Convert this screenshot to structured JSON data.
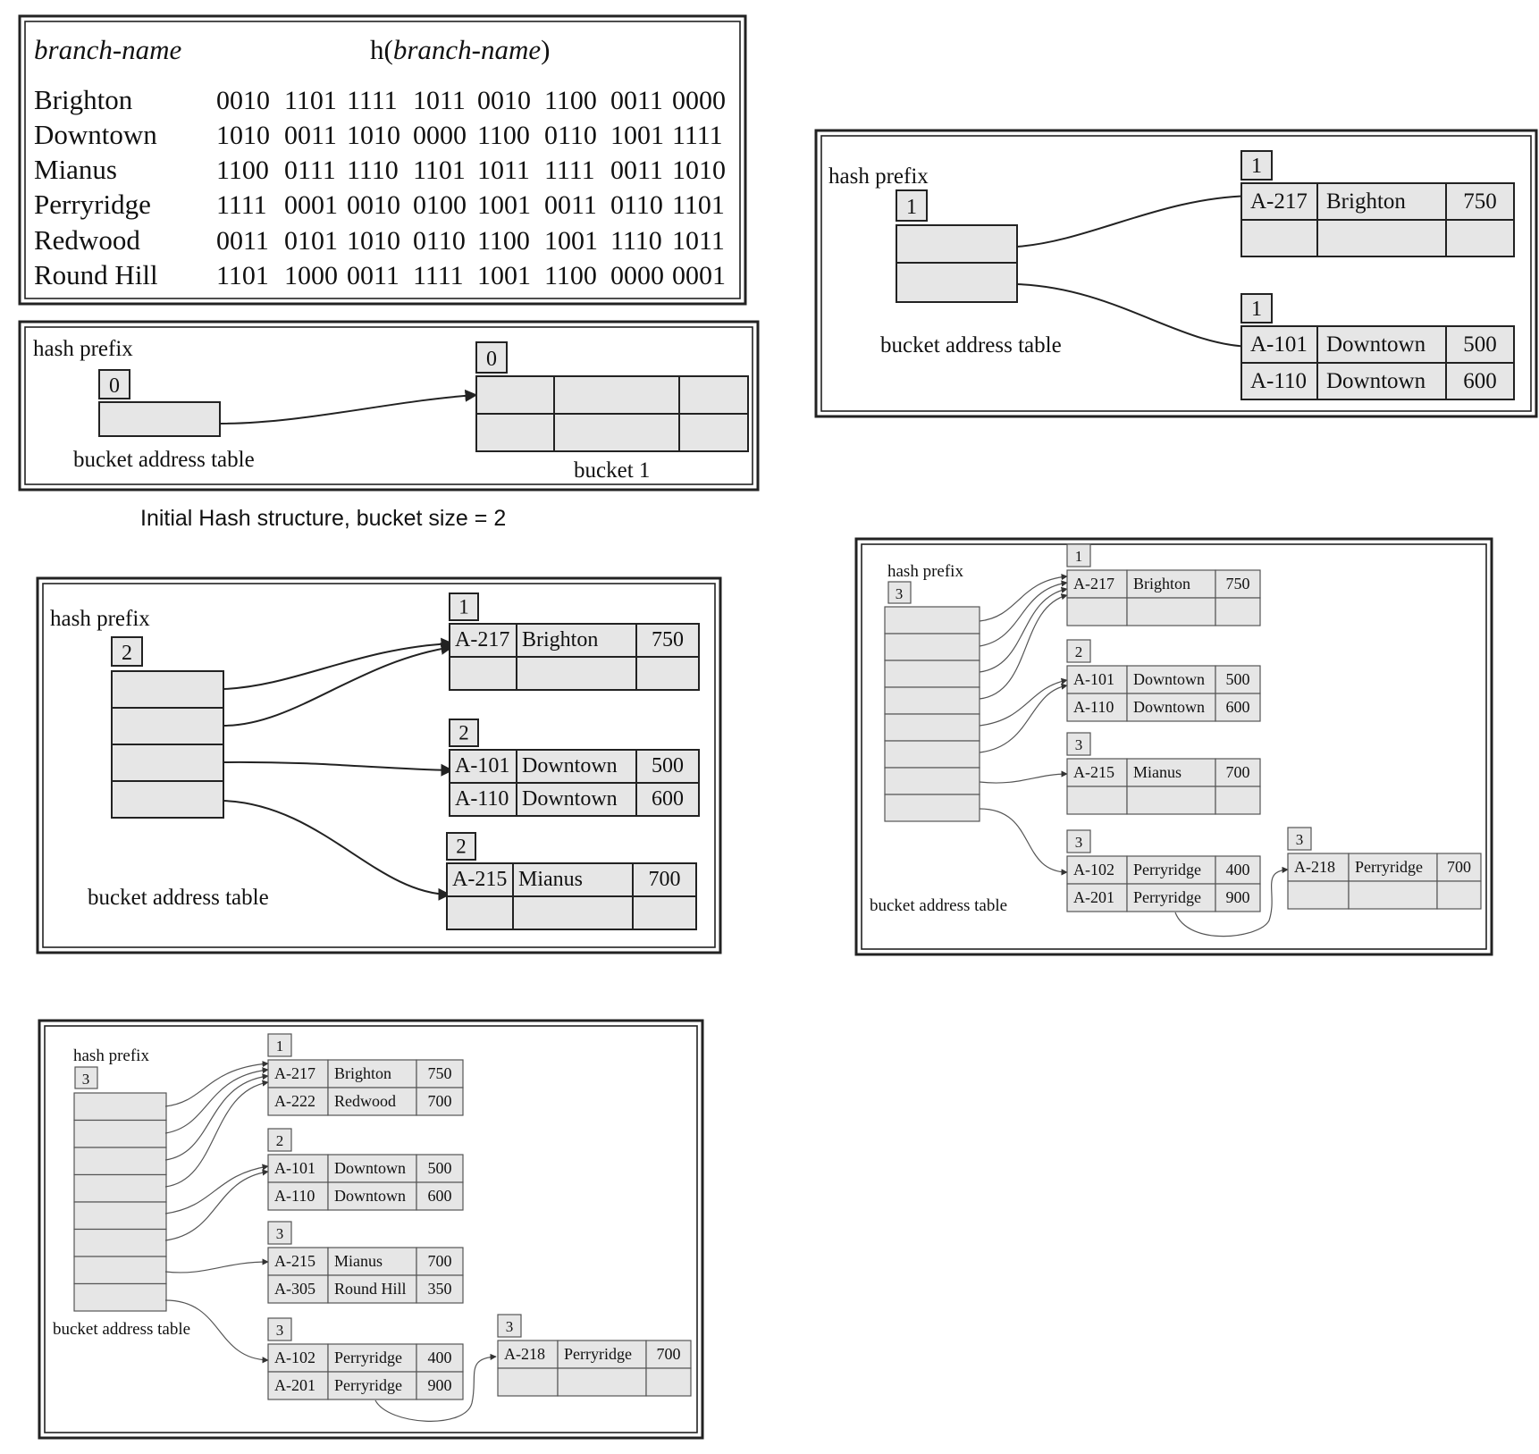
{
  "hash_table": {
    "col_key": "branch-name",
    "col_hash_prefix": "h(",
    "col_hash_key": "branch-name",
    "col_hash_suffix": ")",
    "rows": [
      {
        "name": "Brighton",
        "hash": [
          "0010",
          "1101",
          "1111",
          "1011",
          "0010",
          "1100",
          "0011",
          "0000"
        ]
      },
      {
        "name": "Downtown",
        "hash": [
          "1010",
          "0011",
          "1010",
          "0000",
          "1100",
          "0110",
          "1001",
          "1111"
        ]
      },
      {
        "name": "Mianus",
        "hash": [
          "1100",
          "0111",
          "1110",
          "1101",
          "1011",
          "1111",
          "0011",
          "1010"
        ]
      },
      {
        "name": "Perryridge",
        "hash": [
          "1111",
          "0001",
          "0010",
          "0100",
          "1001",
          "0011",
          "0110",
          "1101"
        ]
      },
      {
        "name": "Redwood",
        "hash": [
          "0011",
          "0101",
          "1010",
          "0110",
          "1100",
          "1001",
          "1110",
          "1011"
        ]
      },
      {
        "name": "Round Hill",
        "hash": [
          "1101",
          "1000",
          "0011",
          "1111",
          "1001",
          "1100",
          "0000",
          "0001"
        ]
      }
    ]
  },
  "labels": {
    "hash_prefix": "hash prefix",
    "bucket_address_table": "bucket address table",
    "bucket_1": "bucket 1",
    "caption": "Initial Hash structure, bucket size = 2"
  },
  "diagrams": {
    "d0": {
      "global_depth": "0",
      "buckets": [
        {
          "depth": "0",
          "records": [
            [
              "",
              "",
              ""
            ],
            [
              "",
              "",
              ""
            ]
          ]
        }
      ]
    },
    "d1": {
      "global_depth": "1",
      "buckets": [
        {
          "depth": "1",
          "records": [
            [
              "A-217",
              "Brighton",
              "750"
            ],
            [
              "",
              "",
              ""
            ]
          ]
        },
        {
          "depth": "1",
          "records": [
            [
              "A-101",
              "Downtown",
              "500"
            ],
            [
              "A-110",
              "Downtown",
              "600"
            ]
          ]
        }
      ]
    },
    "d2": {
      "global_depth": "2",
      "buckets": [
        {
          "depth": "1",
          "records": [
            [
              "A-217",
              "Brighton",
              "750"
            ],
            [
              "",
              "",
              ""
            ]
          ]
        },
        {
          "depth": "2",
          "records": [
            [
              "A-101",
              "Downtown",
              "500"
            ],
            [
              "A-110",
              "Downtown",
              "600"
            ]
          ]
        },
        {
          "depth": "2",
          "records": [
            [
              "A-215",
              "Mianus",
              "700"
            ],
            [
              "",
              "",
              ""
            ]
          ]
        }
      ]
    },
    "d3": {
      "global_depth": "3",
      "buckets": [
        {
          "depth": "1",
          "records": [
            [
              "A-217",
              "Brighton",
              "750"
            ],
            [
              "",
              "",
              ""
            ]
          ]
        },
        {
          "depth": "2",
          "records": [
            [
              "A-101",
              "Downtown",
              "500"
            ],
            [
              "A-110",
              "Downtown",
              "600"
            ]
          ]
        },
        {
          "depth": "3",
          "records": [
            [
              "A-215",
              "Mianus",
              "700"
            ],
            [
              "",
              "",
              ""
            ]
          ]
        },
        {
          "depth": "3",
          "records": [
            [
              "A-102",
              "Perryridge",
              "400"
            ],
            [
              "A-201",
              "Perryridge",
              "900"
            ]
          ]
        },
        {
          "depth": "3",
          "records": [
            [
              "A-218",
              "Perryridge",
              "700"
            ],
            [
              "",
              "",
              ""
            ]
          ]
        }
      ]
    },
    "d4": {
      "global_depth": "3",
      "buckets": [
        {
          "depth": "1",
          "records": [
            [
              "A-217",
              "Brighton",
              "750"
            ],
            [
              "A-222",
              "Redwood",
              "700"
            ]
          ]
        },
        {
          "depth": "2",
          "records": [
            [
              "A-101",
              "Downtown",
              "500"
            ],
            [
              "A-110",
              "Downtown",
              "600"
            ]
          ]
        },
        {
          "depth": "3",
          "records": [
            [
              "A-215",
              "Mianus",
              "700"
            ],
            [
              "A-305",
              "Round Hill",
              "350"
            ]
          ]
        },
        {
          "depth": "3",
          "records": [
            [
              "A-102",
              "Perryridge",
              "400"
            ],
            [
              "A-201",
              "Perryridge",
              "900"
            ]
          ]
        },
        {
          "depth": "3",
          "records": [
            [
              "A-218",
              "Perryridge",
              "700"
            ],
            [
              "",
              "",
              ""
            ]
          ]
        }
      ]
    }
  }
}
